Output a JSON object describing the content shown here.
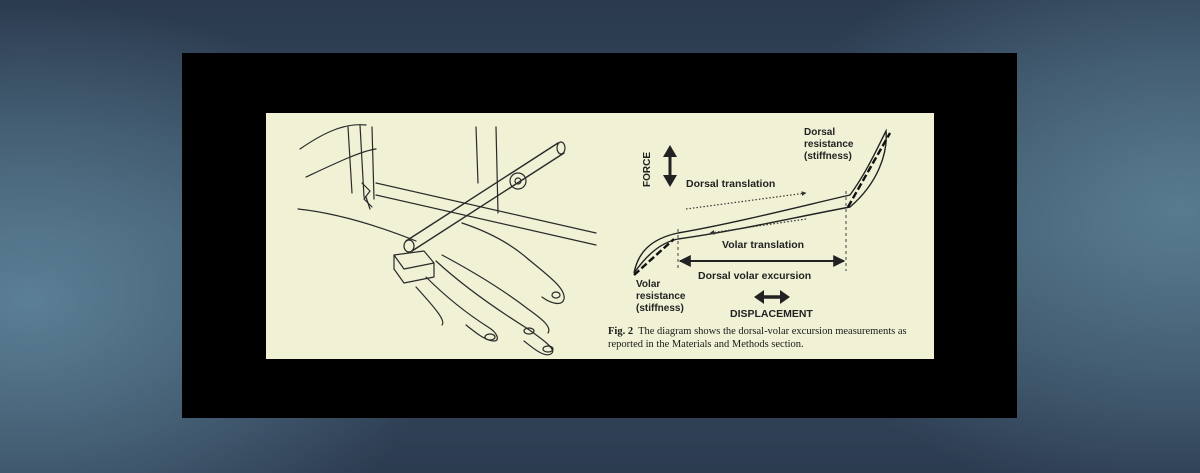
{
  "figure": {
    "illustration_alt": "hand",
    "diagram": {
      "force_label": "FORCE",
      "dorsal_resistance": [
        "Dorsal",
        "resistance",
        "(stiffness)"
      ],
      "dorsal_translation": "Dorsal translation",
      "volar_translation": "Volar translation",
      "dorsal_volar_excursion": "Dorsal volar excursion",
      "volar_resistance": [
        "Volar",
        "resistance",
        "(stiffness)"
      ],
      "displacement_label": "DISPLACEMENT"
    },
    "caption": {
      "label": "Fig. 2",
      "text": "The diagram shows the dorsal-volar excursion measurements as reported in the Materials and Methods section."
    }
  },
  "colors": {
    "page_bg": "#2f4256",
    "frame": "#000000",
    "figure_bg": "#f1f1d5",
    "ink": "#222222"
  }
}
